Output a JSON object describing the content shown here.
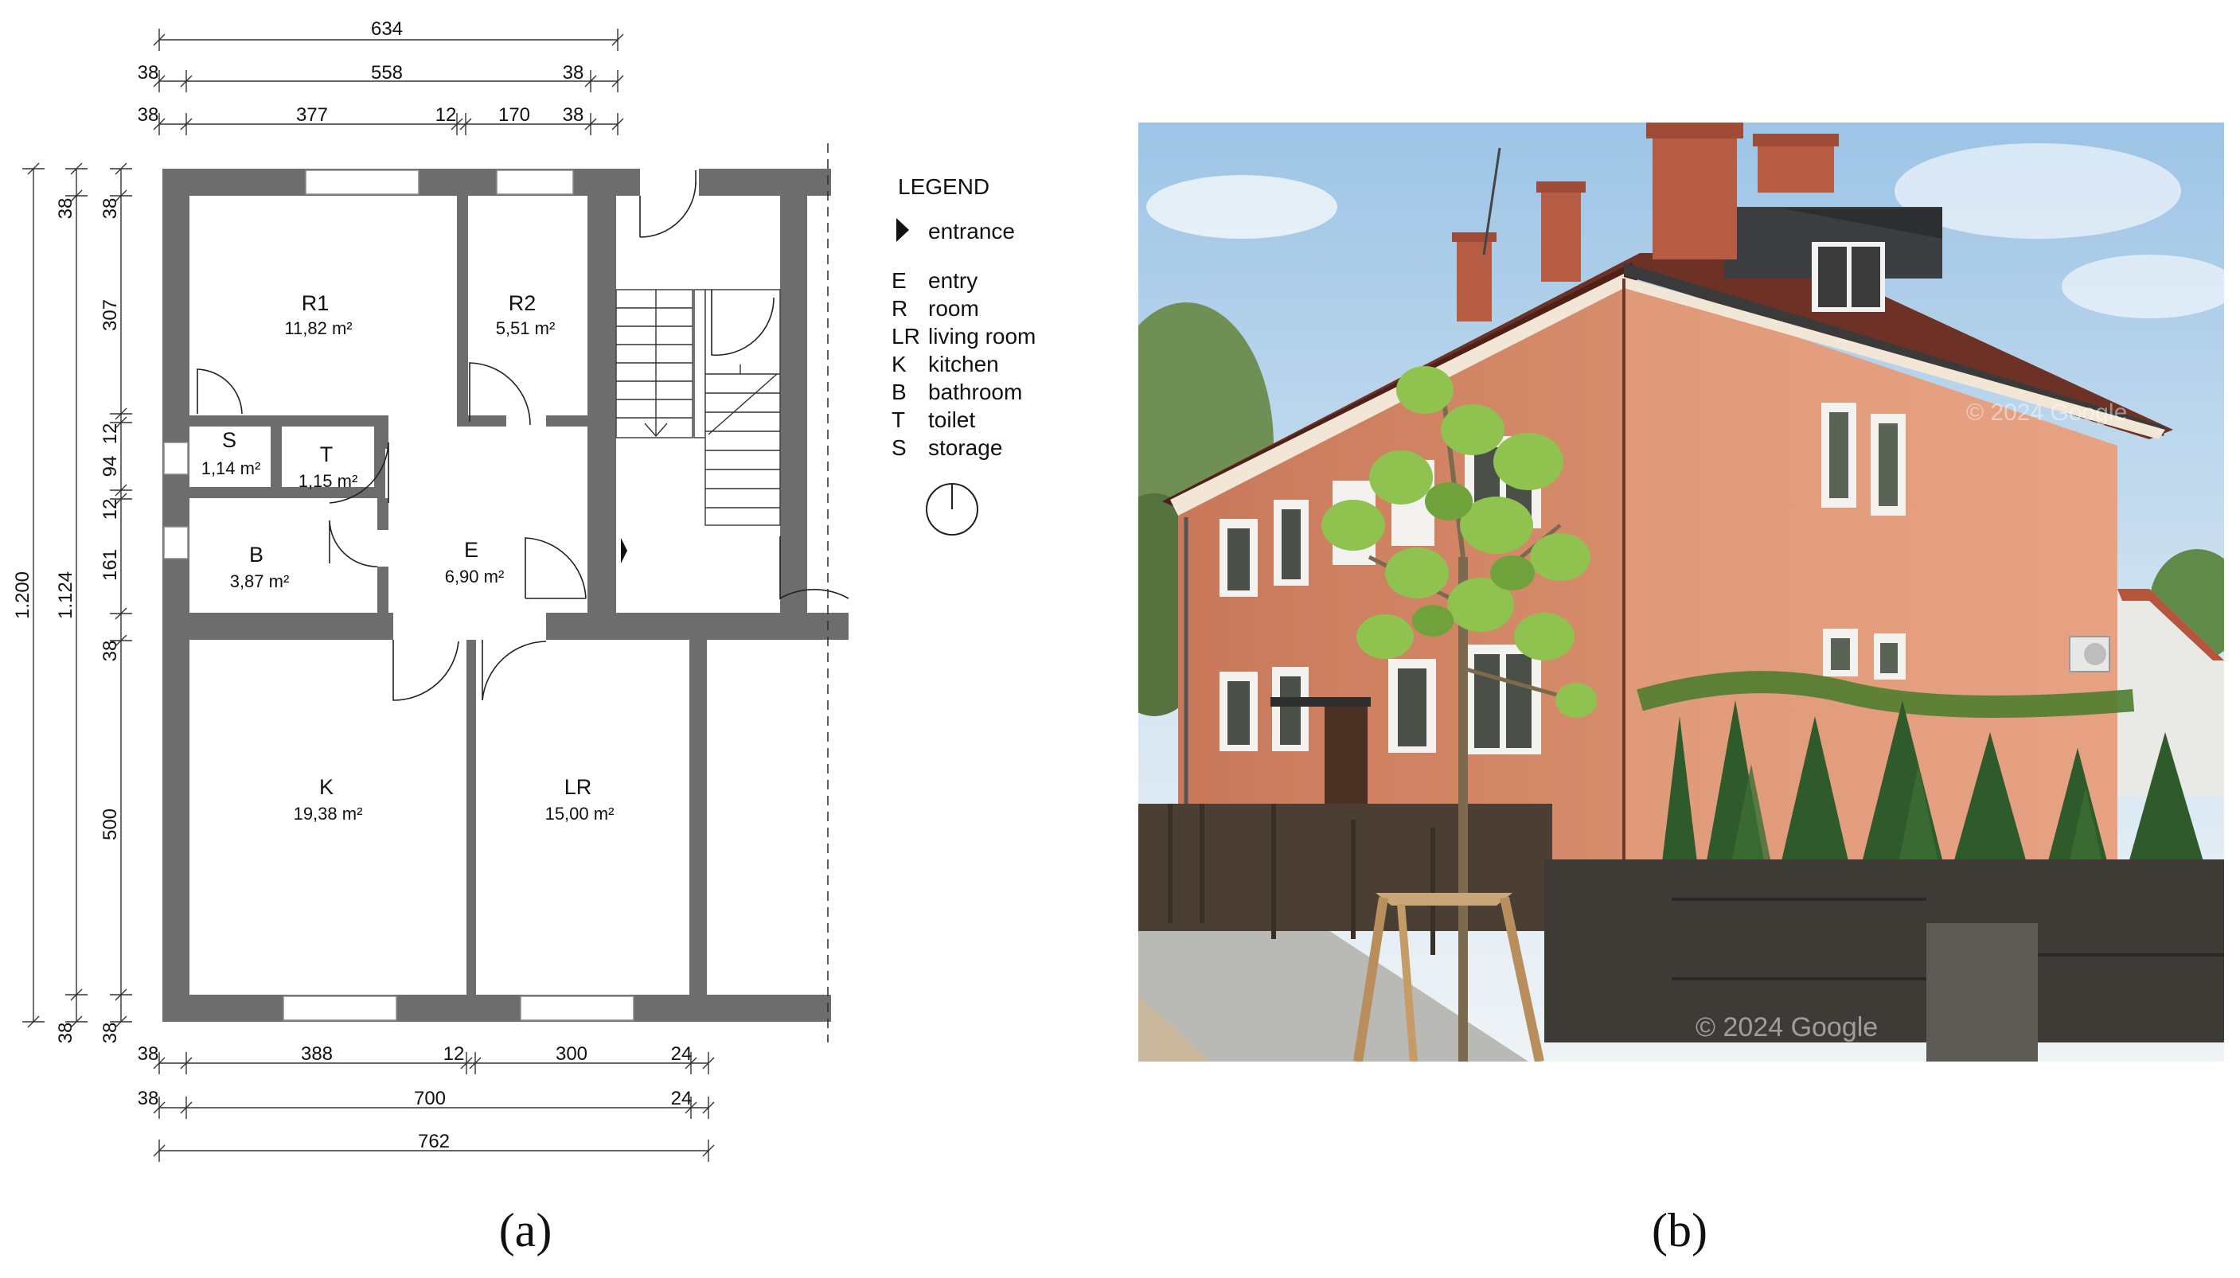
{
  "panel_a": {
    "caption": "(a)",
    "dimensions_top": {
      "row1": [
        "634"
      ],
      "row2": [
        "38",
        "558",
        "38"
      ],
      "row3": [
        "38",
        "377",
        "12",
        "170",
        "38"
      ]
    },
    "dimensions_bottom": {
      "row1": [
        "38",
        "388",
        "12",
        "300",
        "24"
      ],
      "row2": [
        "38",
        "700",
        "24"
      ],
      "row3": [
        "762"
      ]
    },
    "dimensions_left": {
      "outer": "1.200",
      "middle": "1.124",
      "inner": [
        "38",
        "307",
        "12",
        "94",
        "12",
        "161",
        "38",
        "500",
        "38"
      ]
    },
    "rooms": {
      "r1": {
        "label": "R1",
        "area": "11,82 m²"
      },
      "r2": {
        "label": "R2",
        "area": "5,51 m²"
      },
      "s": {
        "label": "S",
        "area": "1,14 m²"
      },
      "t": {
        "label": "T",
        "area": "1,15 m²"
      },
      "b": {
        "label": "B",
        "area": "3,87 m²"
      },
      "e": {
        "label": "E",
        "area": "6,90 m²"
      },
      "k": {
        "label": "K",
        "area": "19,38 m²"
      },
      "lr": {
        "label": "LR",
        "area": "15,00 m²"
      }
    },
    "legend": {
      "title": "LEGEND",
      "entrance": "entrance",
      "items": [
        {
          "code": "E",
          "text": "entry"
        },
        {
          "code": "R",
          "text": "room"
        },
        {
          "code": "LR",
          "text": "living room"
        },
        {
          "code": "K",
          "text": "kitchen"
        },
        {
          "code": "B",
          "text": "bathroom"
        },
        {
          "code": "T",
          "text": "toilet"
        },
        {
          "code": "S",
          "text": "storage"
        }
      ]
    },
    "colors": {
      "wall": "#6d6d6d"
    }
  },
  "panel_b": {
    "caption": "(b)",
    "watermarks": [
      "© 2024 Google",
      "© 2024 Google"
    ],
    "colors": {
      "facade": "#d98f6e",
      "sky": "#b8d6ee",
      "roof": "#6e3326"
    }
  }
}
